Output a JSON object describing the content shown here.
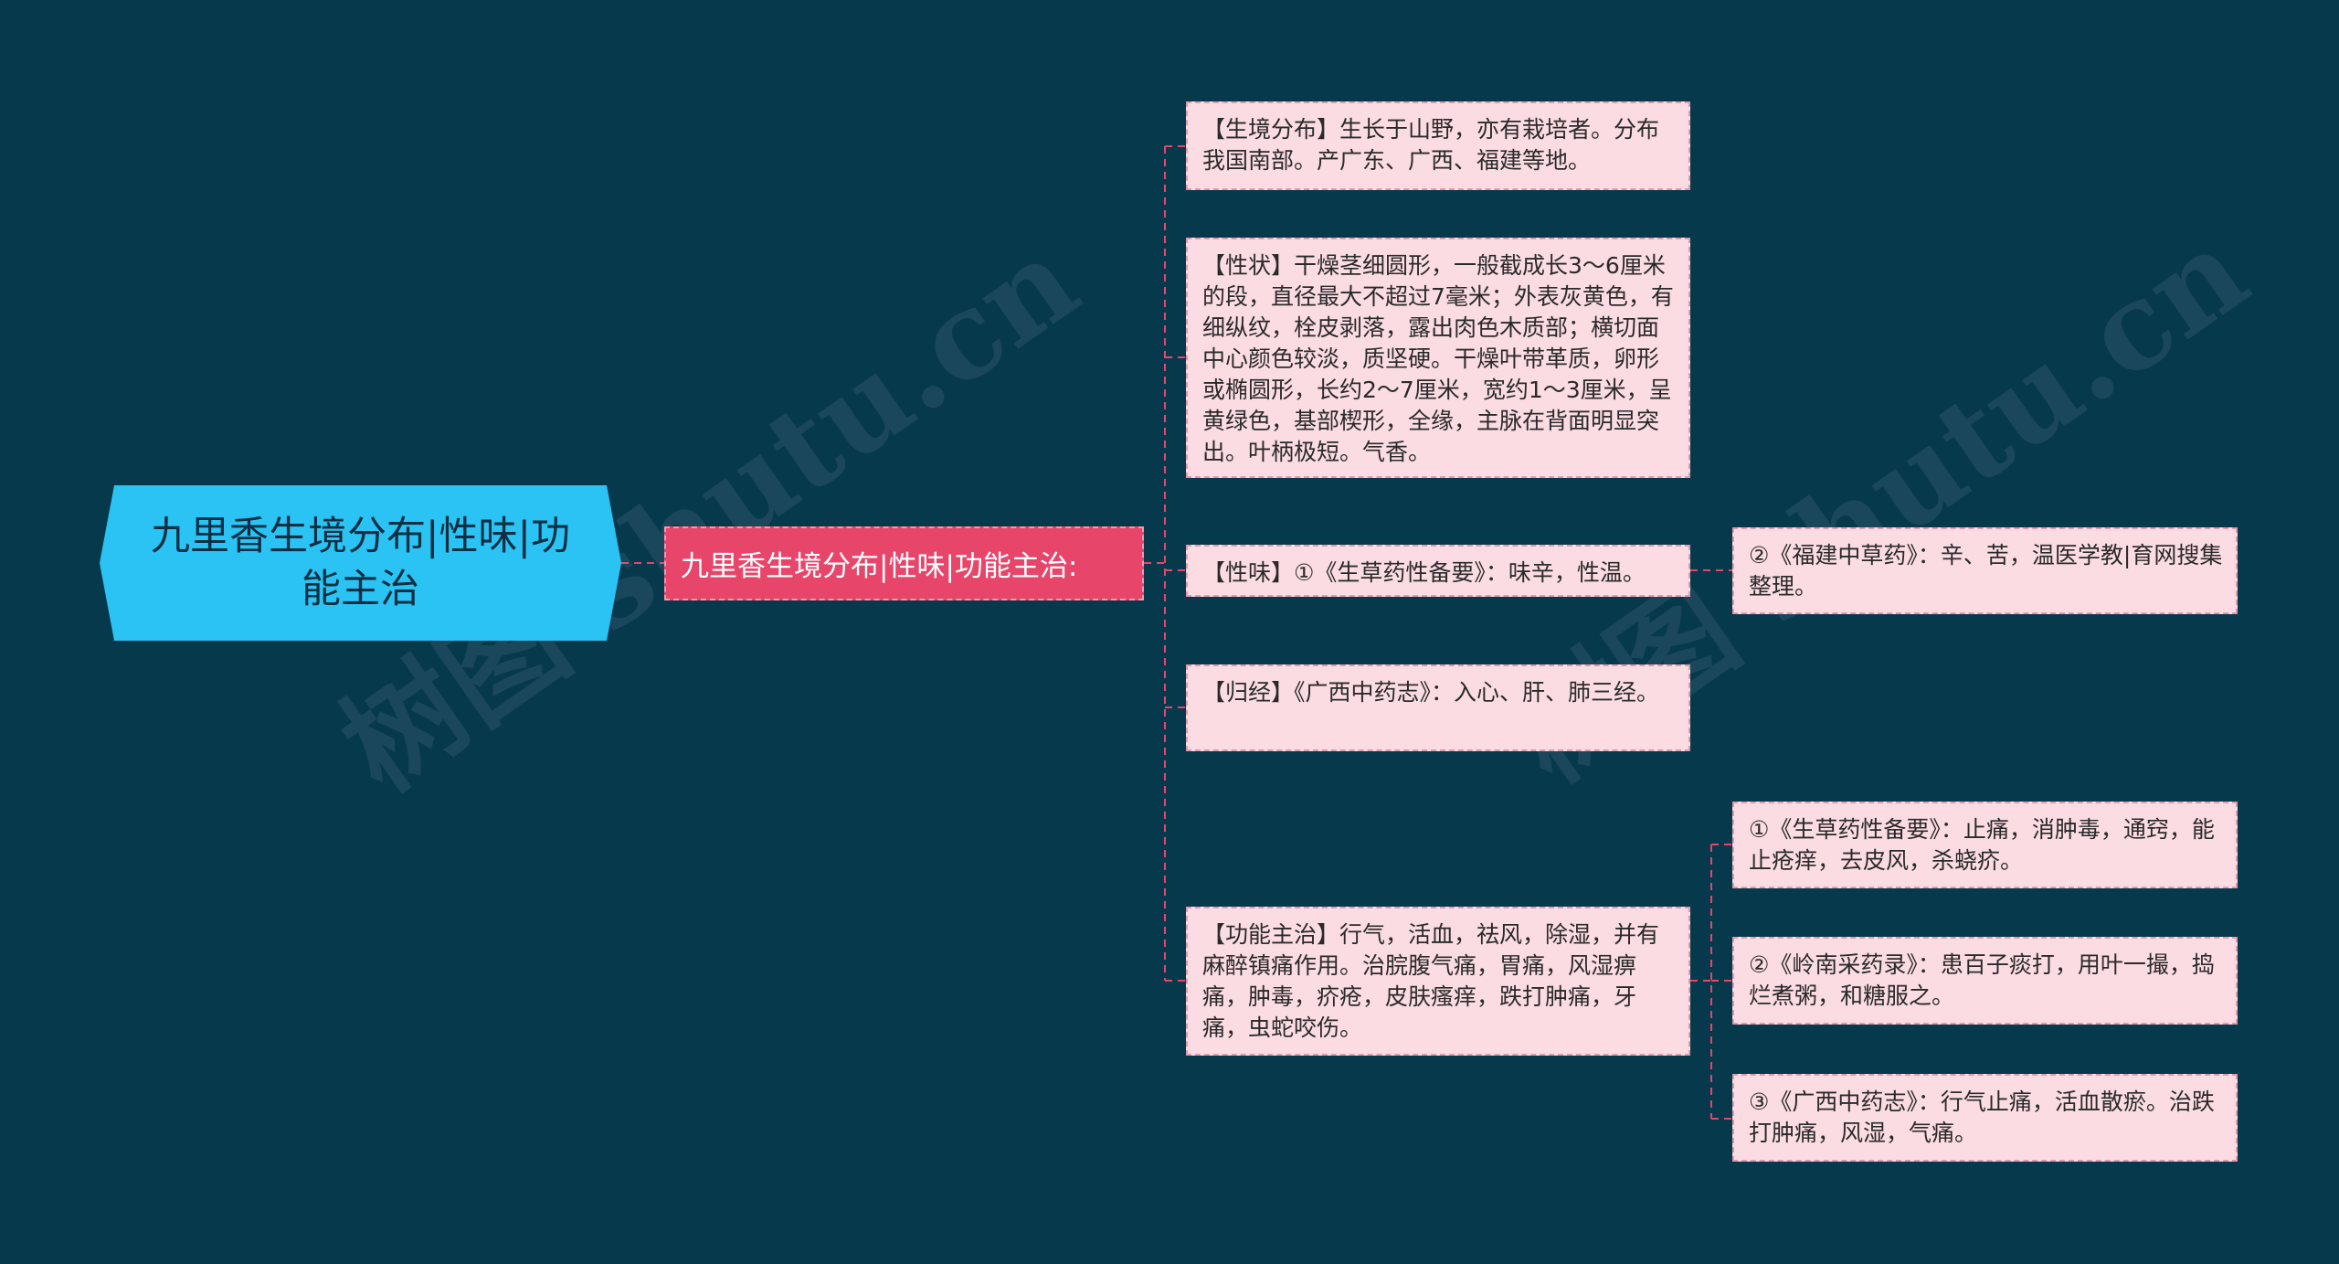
{
  "root": {
    "title": "九里香生境分布|性味|功能主治"
  },
  "main": {
    "label": "九里香生境分布|性味|功能主治:"
  },
  "branches": [
    {
      "text": "【生境分布】生长于山野，亦有栽培者。分布我国南部。产广东、广西、福建等地。"
    },
    {
      "text": "【性状】干燥茎细圆形，一般截成长3～6厘米的段，直径最大不超过7毫米；外表灰黄色，有细纵纹，栓皮剥落，露出肉色木质部；横切面中心颜色较淡，质坚硬。干燥叶带革质，卵形或椭圆形，长约2～7厘米，宽约1～3厘米，呈黄绿色，基部楔形，全缘，主脉在背面明显突出。叶柄极短。气香。"
    },
    {
      "text": "【性味】①《生草药性备要》：味辛，性温。"
    },
    {
      "text": "【归经】《广西中药志》：入心、肝、肺三经。"
    },
    {
      "text": "【功能主治】行气，活血，祛风，除湿，并有麻醉镇痛作用。治脘腹气痛，胃痛，风湿痹痛，肿毒，疥疮，皮肤瘙痒，跌打肿痛，牙痛，虫蛇咬伤。"
    }
  ],
  "sub_taste": [
    {
      "text": "②《福建中草药》：辛、苦，温医学教|育网搜集整理。"
    }
  ],
  "sub_function": [
    {
      "text": "①《生草药性备要》：止痛，消肿毒，通窍，能止疮痒，去皮风，杀蛲疥。"
    },
    {
      "text": "②《岭南采药录》：患百子痰打，用叶一撮，捣烂煮粥，和糖服之。"
    },
    {
      "text": "③《广西中药志》：行气止痛，活血散瘀。治跌打肿痛，风湿，气痛。"
    }
  ],
  "watermark": "树图 shutu.cn",
  "colors": {
    "background": "#07394d",
    "root": "#2bc3f3",
    "main": "#e8456b",
    "leaf": "#fbdce3",
    "connector": "#e8456b"
  }
}
